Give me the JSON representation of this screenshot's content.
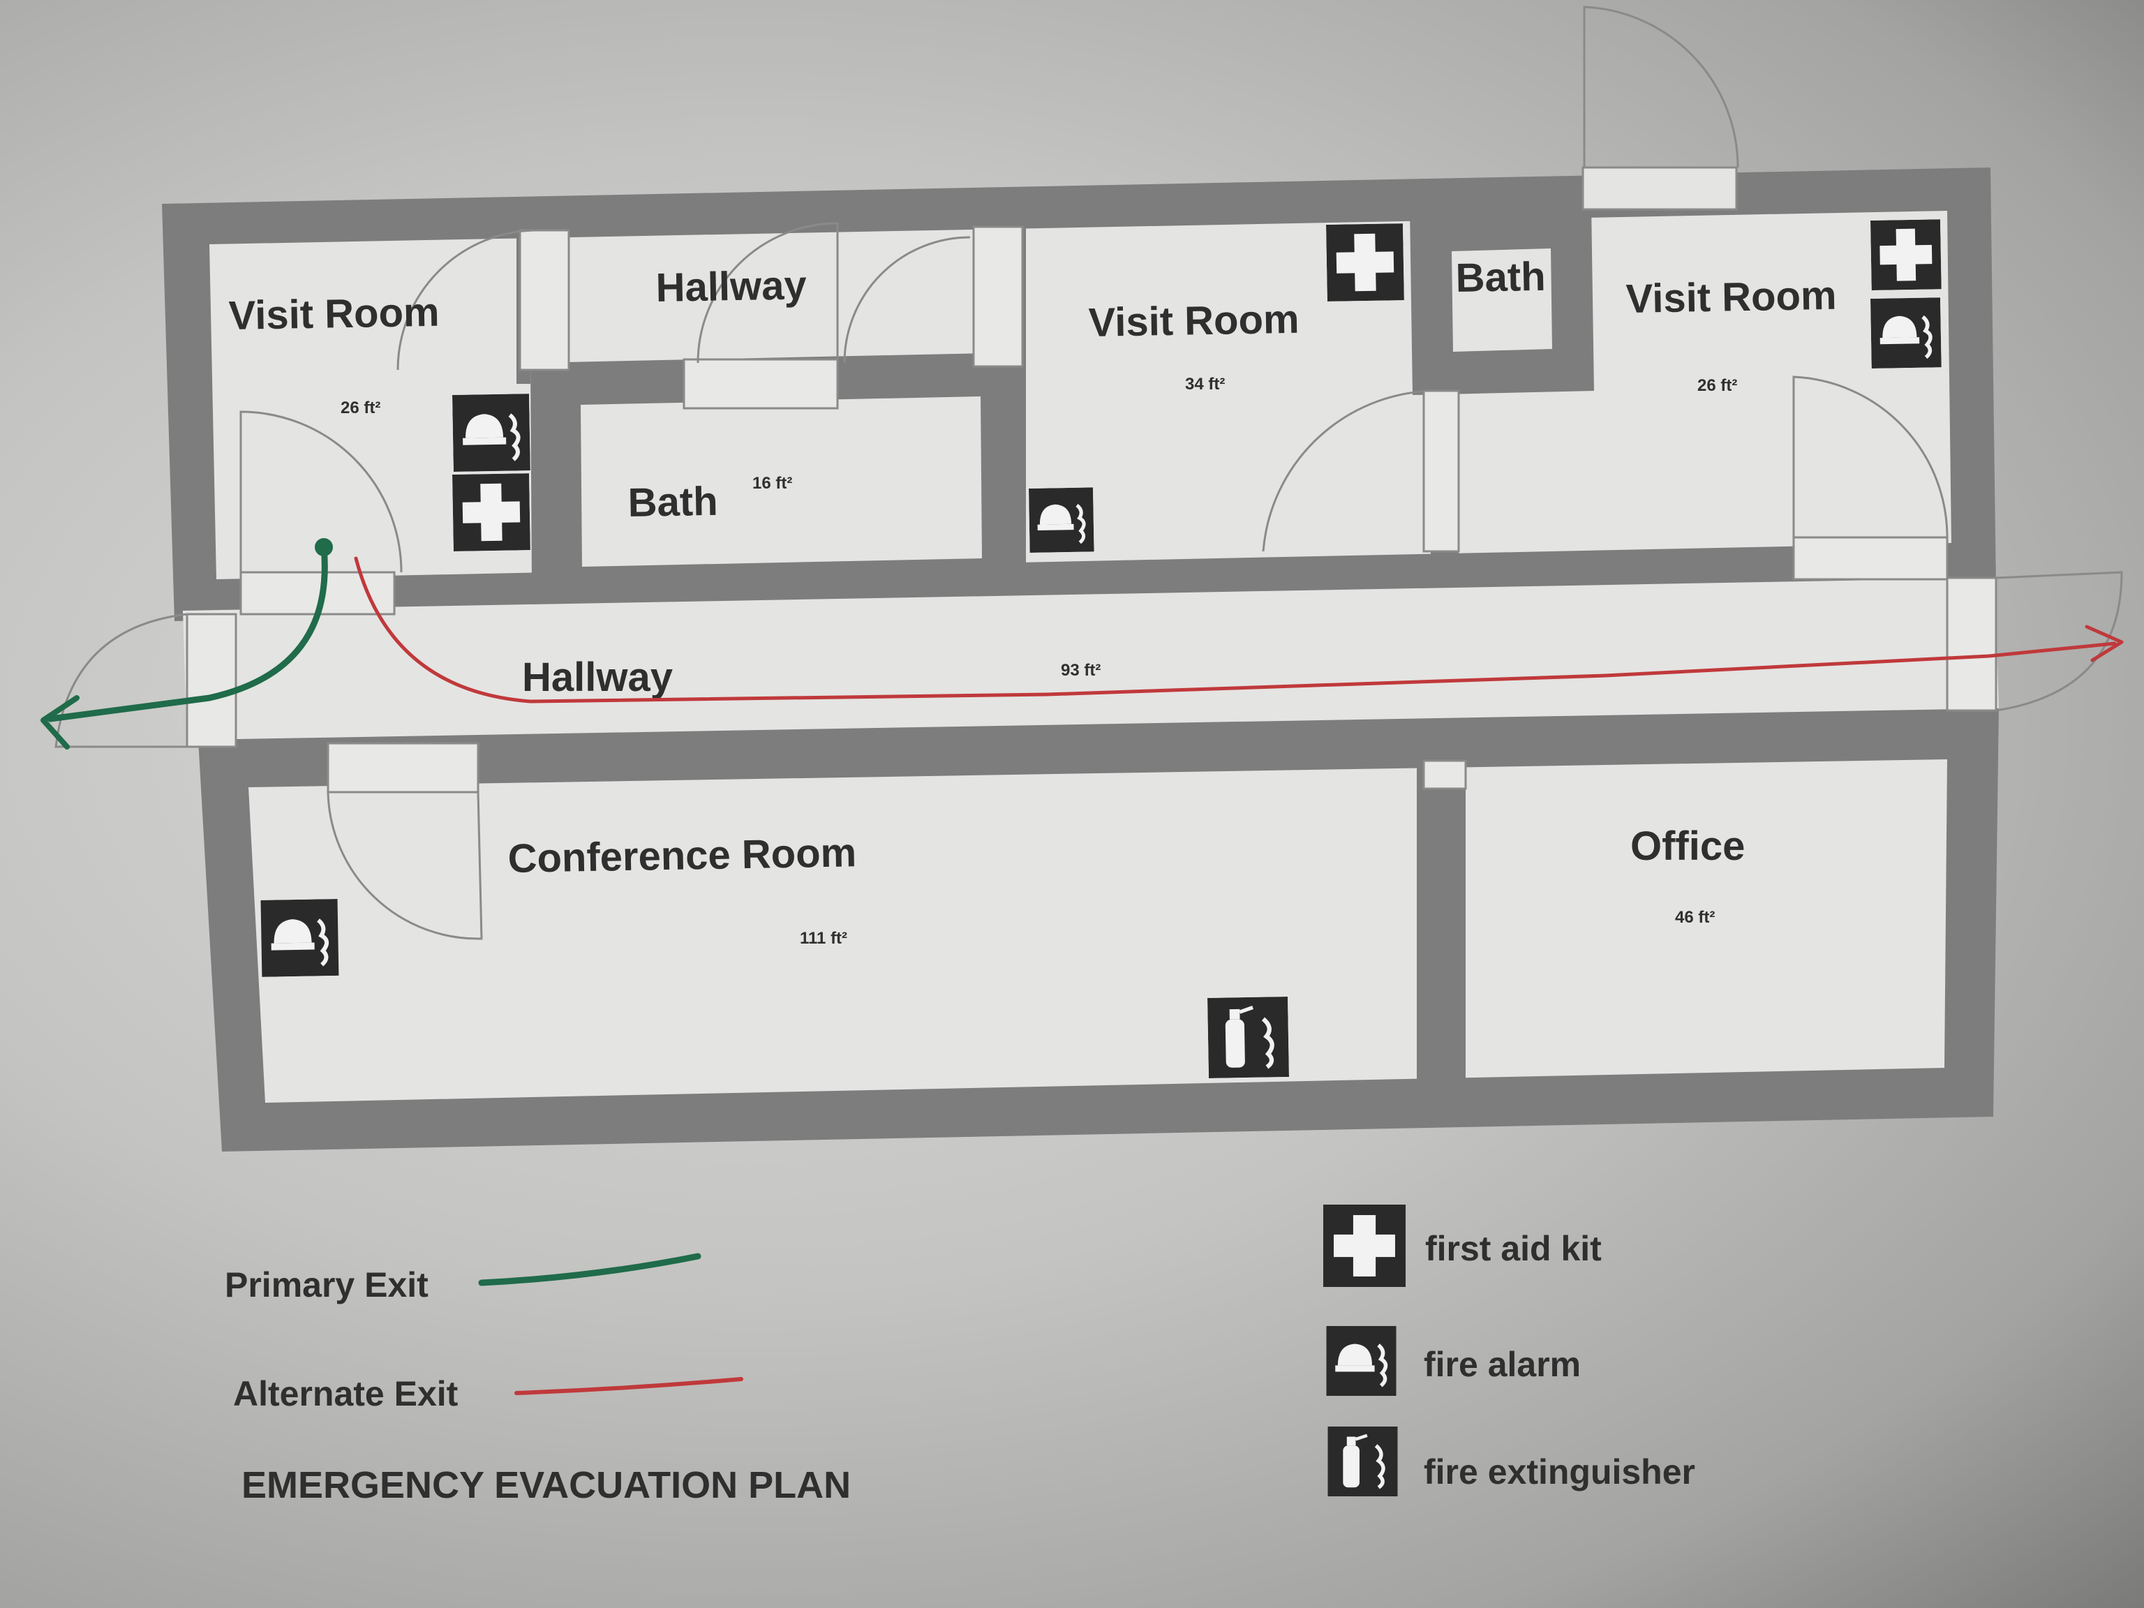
{
  "title": "EMERGENCY EVACUATION PLAN",
  "rooms": {
    "visit_room_1": {
      "name": "Visit Room",
      "area": "26 ft²"
    },
    "hallway_top": {
      "name": "Hallway"
    },
    "bath_1": {
      "name": "Bath",
      "area": "16 ft²"
    },
    "visit_room_2": {
      "name": "Visit Room",
      "area": "34 ft²"
    },
    "bath_2": {
      "name": "Bath"
    },
    "visit_room_3": {
      "name": "Visit Room",
      "area": "26 ft²"
    },
    "hallway_main": {
      "name": "Hallway",
      "area": "93 ft²"
    },
    "conference_room": {
      "name": "Conference Room",
      "area": "111 ft²"
    },
    "office": {
      "name": "Office",
      "area": "46 ft²"
    }
  },
  "routes": {
    "primary": {
      "label": "Primary Exit",
      "color": "#1f6b4a"
    },
    "alternate": {
      "label": "Alternate Exit",
      "color": "#c0393b"
    }
  },
  "legend": {
    "first_aid": {
      "label": "first aid kit",
      "icon": "first-aid-icon"
    },
    "fire_alarm": {
      "label": "fire alarm",
      "icon": "fire-alarm-icon"
    },
    "extinguisher": {
      "label": "fire extinguisher",
      "icon": "fire-extinguisher-icon"
    }
  },
  "colors": {
    "wall": "#7d7d7d",
    "floor": "#e4e4e2",
    "ink": "#2f2f2f",
    "icon_bg": "#262626"
  }
}
